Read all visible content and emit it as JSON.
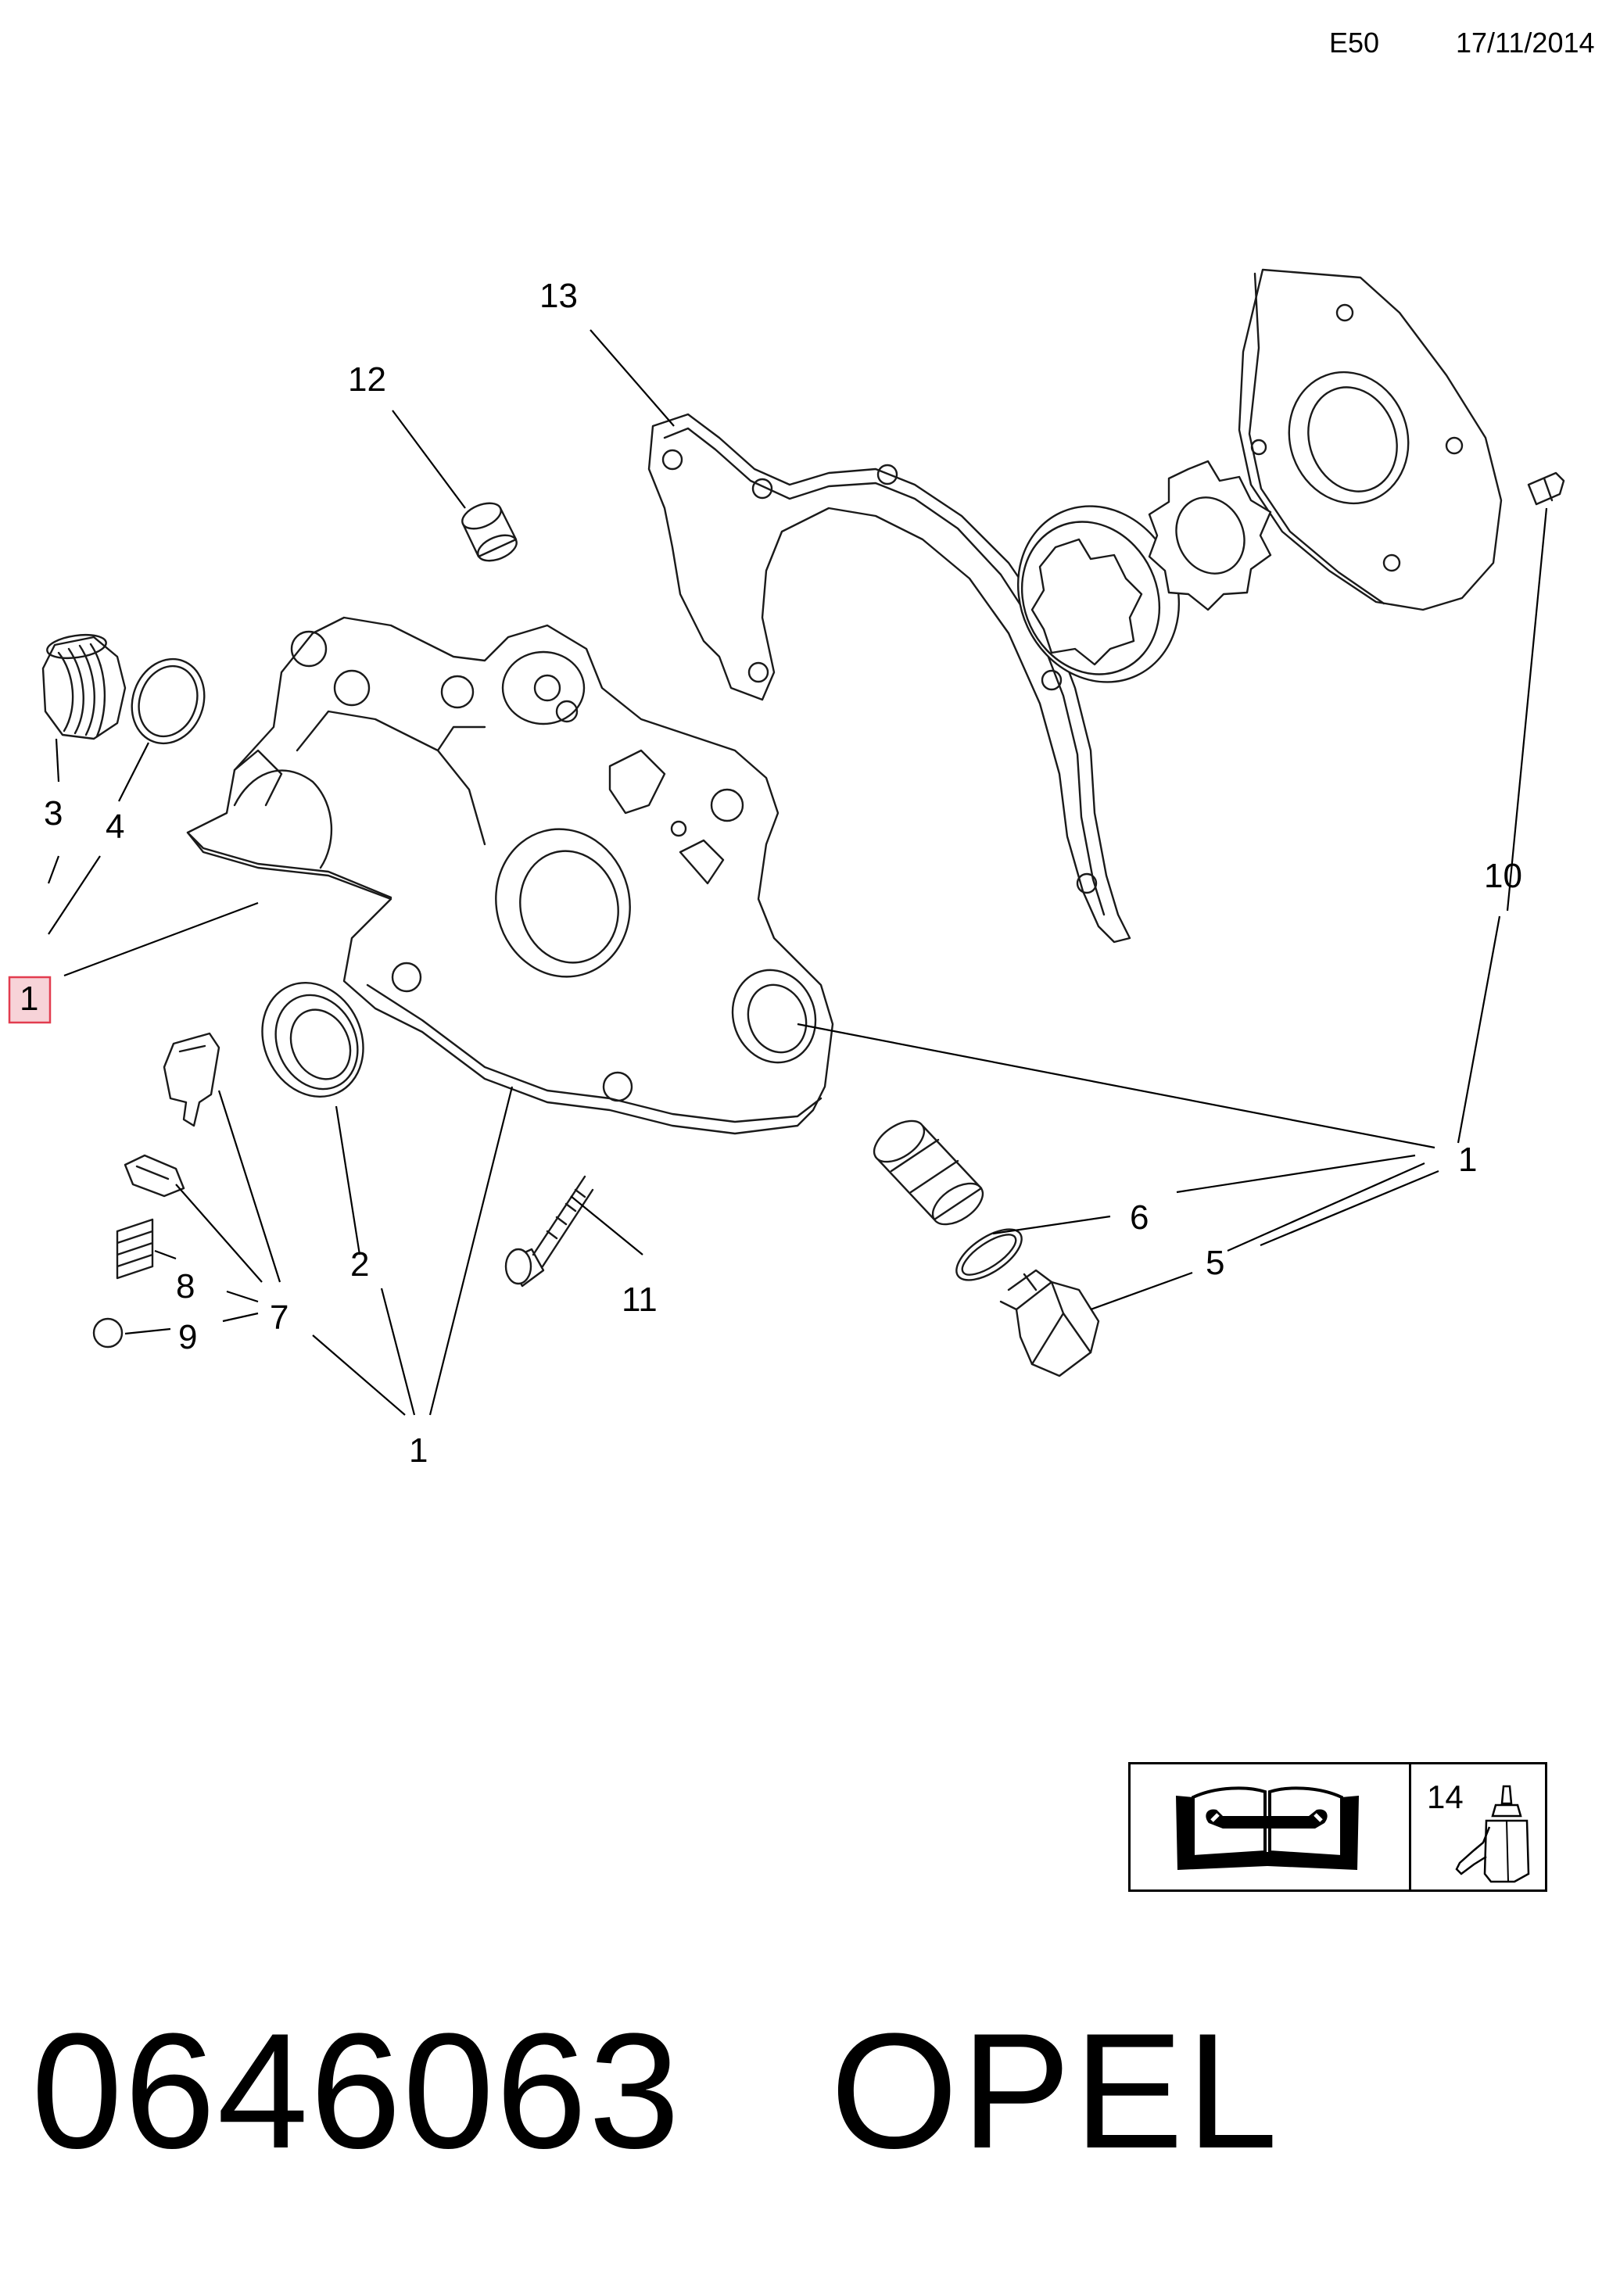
{
  "header": {
    "section": "E50",
    "date": "17/11/2014"
  },
  "callouts": {
    "c1_highlight": "1",
    "c1_right": "1",
    "c1_bottom": "1",
    "c2": "2",
    "c3": "3",
    "c4": "4",
    "c5": "5",
    "c6": "6",
    "c7": "7",
    "c8": "8",
    "c9": "9",
    "c10": "10",
    "c11": "11",
    "c12": "12",
    "c13": "13"
  },
  "legend": {
    "adhesive_number": "14",
    "manual_icon": "repair-manual-icon",
    "adhesive_icon": "adhesive-bottle-icon"
  },
  "footer": {
    "part_number": "0646063",
    "brand": "OPEL"
  },
  "colors": {
    "highlight_fill": "#f7d3d8",
    "highlight_border": "#e23c4f"
  }
}
